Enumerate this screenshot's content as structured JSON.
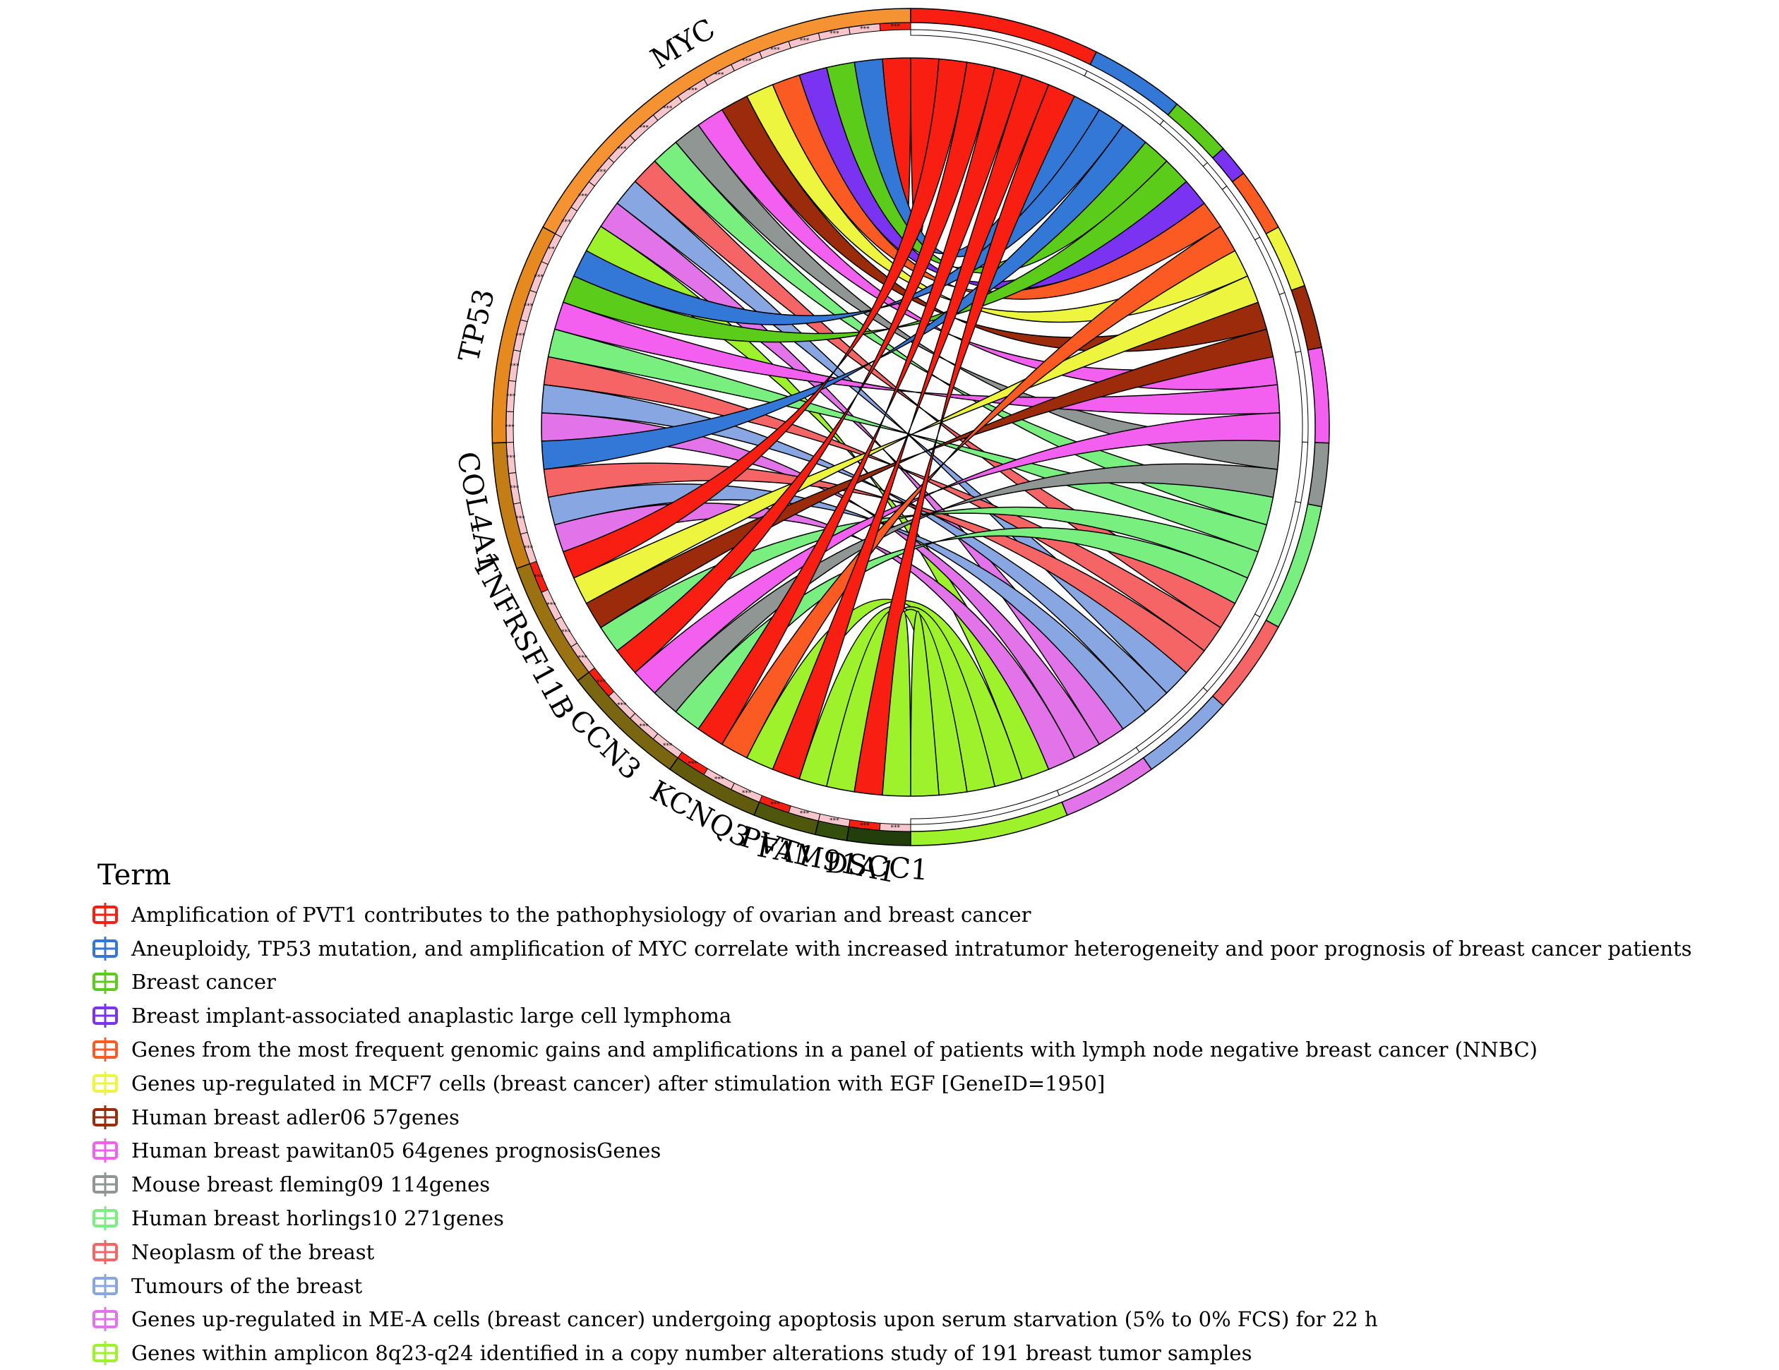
{
  "legend": {
    "title": "Term",
    "items": [
      {
        "label": "Amplification of PVT1 contributes to the pathophysiology of ovarian and breast cancer",
        "color": "#f81f12"
      },
      {
        "label": "Aneuploidy, TP53 mutation, and amplification of MYC correlate with increased intratumor heterogeneity and poor prognosis of breast cancer patients",
        "color": "#3378d6"
      },
      {
        "label": "Breast cancer",
        "color": "#5bcc19"
      },
      {
        "label": "Breast implant-associated anaplastic large cell lymphoma",
        "color": "#7a33f0"
      },
      {
        "label": "Genes from the most frequent genomic gains and amplifications in a panel of patients with lymph node negative breast cancer (NNBC)",
        "color": "#fb5b22"
      },
      {
        "label": "Genes up-regulated in MCF7 cells (breast cancer) after stimulation with EGF [GeneID=1950]",
        "color": "#eef53e"
      },
      {
        "label": "Human breast adler06 57genes",
        "color": "#9b2b0b"
      },
      {
        "label": "Human breast pawitan05 64genes prognosisGenes",
        "color": "#f35fef"
      },
      {
        "label": "Mouse breast fleming09 114genes",
        "color": "#8f9694"
      },
      {
        "label": "Human breast horlings10 271genes",
        "color": "#78ef7f"
      },
      {
        "label": "Neoplasm of the breast",
        "color": "#f66565"
      },
      {
        "label": "Tumours of the breast",
        "color": "#87a6e2"
      },
      {
        "label": "Genes up-regulated in ME-A cells (breast cancer) undergoing apoptosis upon serum starvation (5% to 0% FCS) for 22 h",
        "color": "#e273e9"
      },
      {
        "label": "Genes within amplicon 8q23-q24 identified in a copy number alterations study of 191 breast tumor samples",
        "color": "#9ef22c"
      }
    ]
  },
  "genes": [
    {
      "name": "MYC",
      "color": "#f59232",
      "terms": [
        1,
        2,
        3,
        4,
        5,
        6,
        7,
        8,
        9,
        10,
        11,
        12,
        13,
        14
      ],
      "marks": [
        "***",
        "***",
        "***",
        "***",
        "***",
        "***",
        "***",
        "***",
        "***",
        "***",
        "***",
        "***",
        "***",
        "***"
      ]
    },
    {
      "name": "TP53",
      "color": "#e68a20",
      "terms": [
        2,
        3,
        8,
        10,
        11,
        12,
        13
      ],
      "marks": [
        "**",
        "***",
        "***",
        "***",
        "***",
        "***",
        "***"
      ]
    },
    {
      "name": "COL4A1",
      "color": "#c47d14",
      "terms": [
        2,
        11,
        12,
        13
      ],
      "marks": [
        "***",
        "***",
        "***",
        "***"
      ]
    },
    {
      "name": "TNFRSF11B",
      "color": "#9a7212",
      "terms": [
        1,
        6,
        7,
        10
      ],
      "marks": [
        "***",
        "***",
        "***",
        "***"
      ]
    },
    {
      "name": "CCN3",
      "color": "#7a6610",
      "terms": [
        1,
        8,
        9,
        10
      ],
      "marks": [
        "***",
        "***",
        "***",
        "***"
      ]
    },
    {
      "name": "KCNQ3",
      "color": "#625a0c",
      "terms": [
        1,
        5,
        14
      ],
      "marks": [
        "***",
        "***",
        "***"
      ]
    },
    {
      "name": "PVT1",
      "color": "#4f570d",
      "terms": [
        1,
        14
      ],
      "marks": [
        "***",
        "***"
      ]
    },
    {
      "name": "FAM91A1",
      "color": "#344f0d",
      "terms": [
        14
      ],
      "marks": [
        "***"
      ]
    },
    {
      "name": "DSCC1",
      "color": "#223e0a",
      "terms": [
        1,
        14
      ],
      "marks": [
        "***",
        "***"
      ]
    }
  ]
}
